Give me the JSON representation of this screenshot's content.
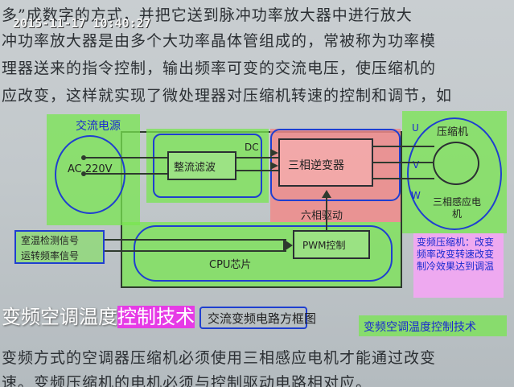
{
  "timestamp": "2015-11-17 10:40:27",
  "book_lines": [
    "多”成数字的方式，并把它送到脉冲功率放大器中进行放大",
    "冲功率放大器是由多个大功率晶体管组成的，常被称为功率模",
    "理器送来的指令控制，输出频率可变的交流电压，使压缩机的",
    "应改变，这样就实现了微处理器对压缩机转速的控制和调节，如"
  ],
  "diagram": {
    "ac_source_title": "交流电源",
    "ac_label": "AC 220V",
    "rectifier": "整流滤波",
    "dc_label": "DC",
    "inverter": "三相逆变器",
    "six_phase": "六相驱动",
    "compressor_top": "压缩机",
    "compressor_bottom": "三相感应电机",
    "phase_u": "U",
    "phase_v": "V",
    "phase_w": "W",
    "signal_temp": "室温检测信号",
    "signal_freq": "运转频率信号",
    "pwm": "PWM控制",
    "cpu": "CPU芯片",
    "note": "变频压缩机：改变频率改变转速改变制冷效果达到调温",
    "caption": "交流变频电路方框图"
  },
  "overlay": {
    "big_title_part1": "变频空调温度",
    "big_title_part2": "控制技术",
    "corner_title": "变频空调温度控制技术"
  },
  "bottom_lines": [
    "变频方式的空调器压缩机必须使用三相感应电机才能通过改变",
    "速。变频压缩机的电机必须与控制驱动电路相对应。"
  ],
  "colors": {
    "green_highlight": "#7be650",
    "red_highlight": "#f08a8a",
    "magenta_highlight": "#f4a6f4",
    "blue_outline": "#1f3fd0"
  }
}
